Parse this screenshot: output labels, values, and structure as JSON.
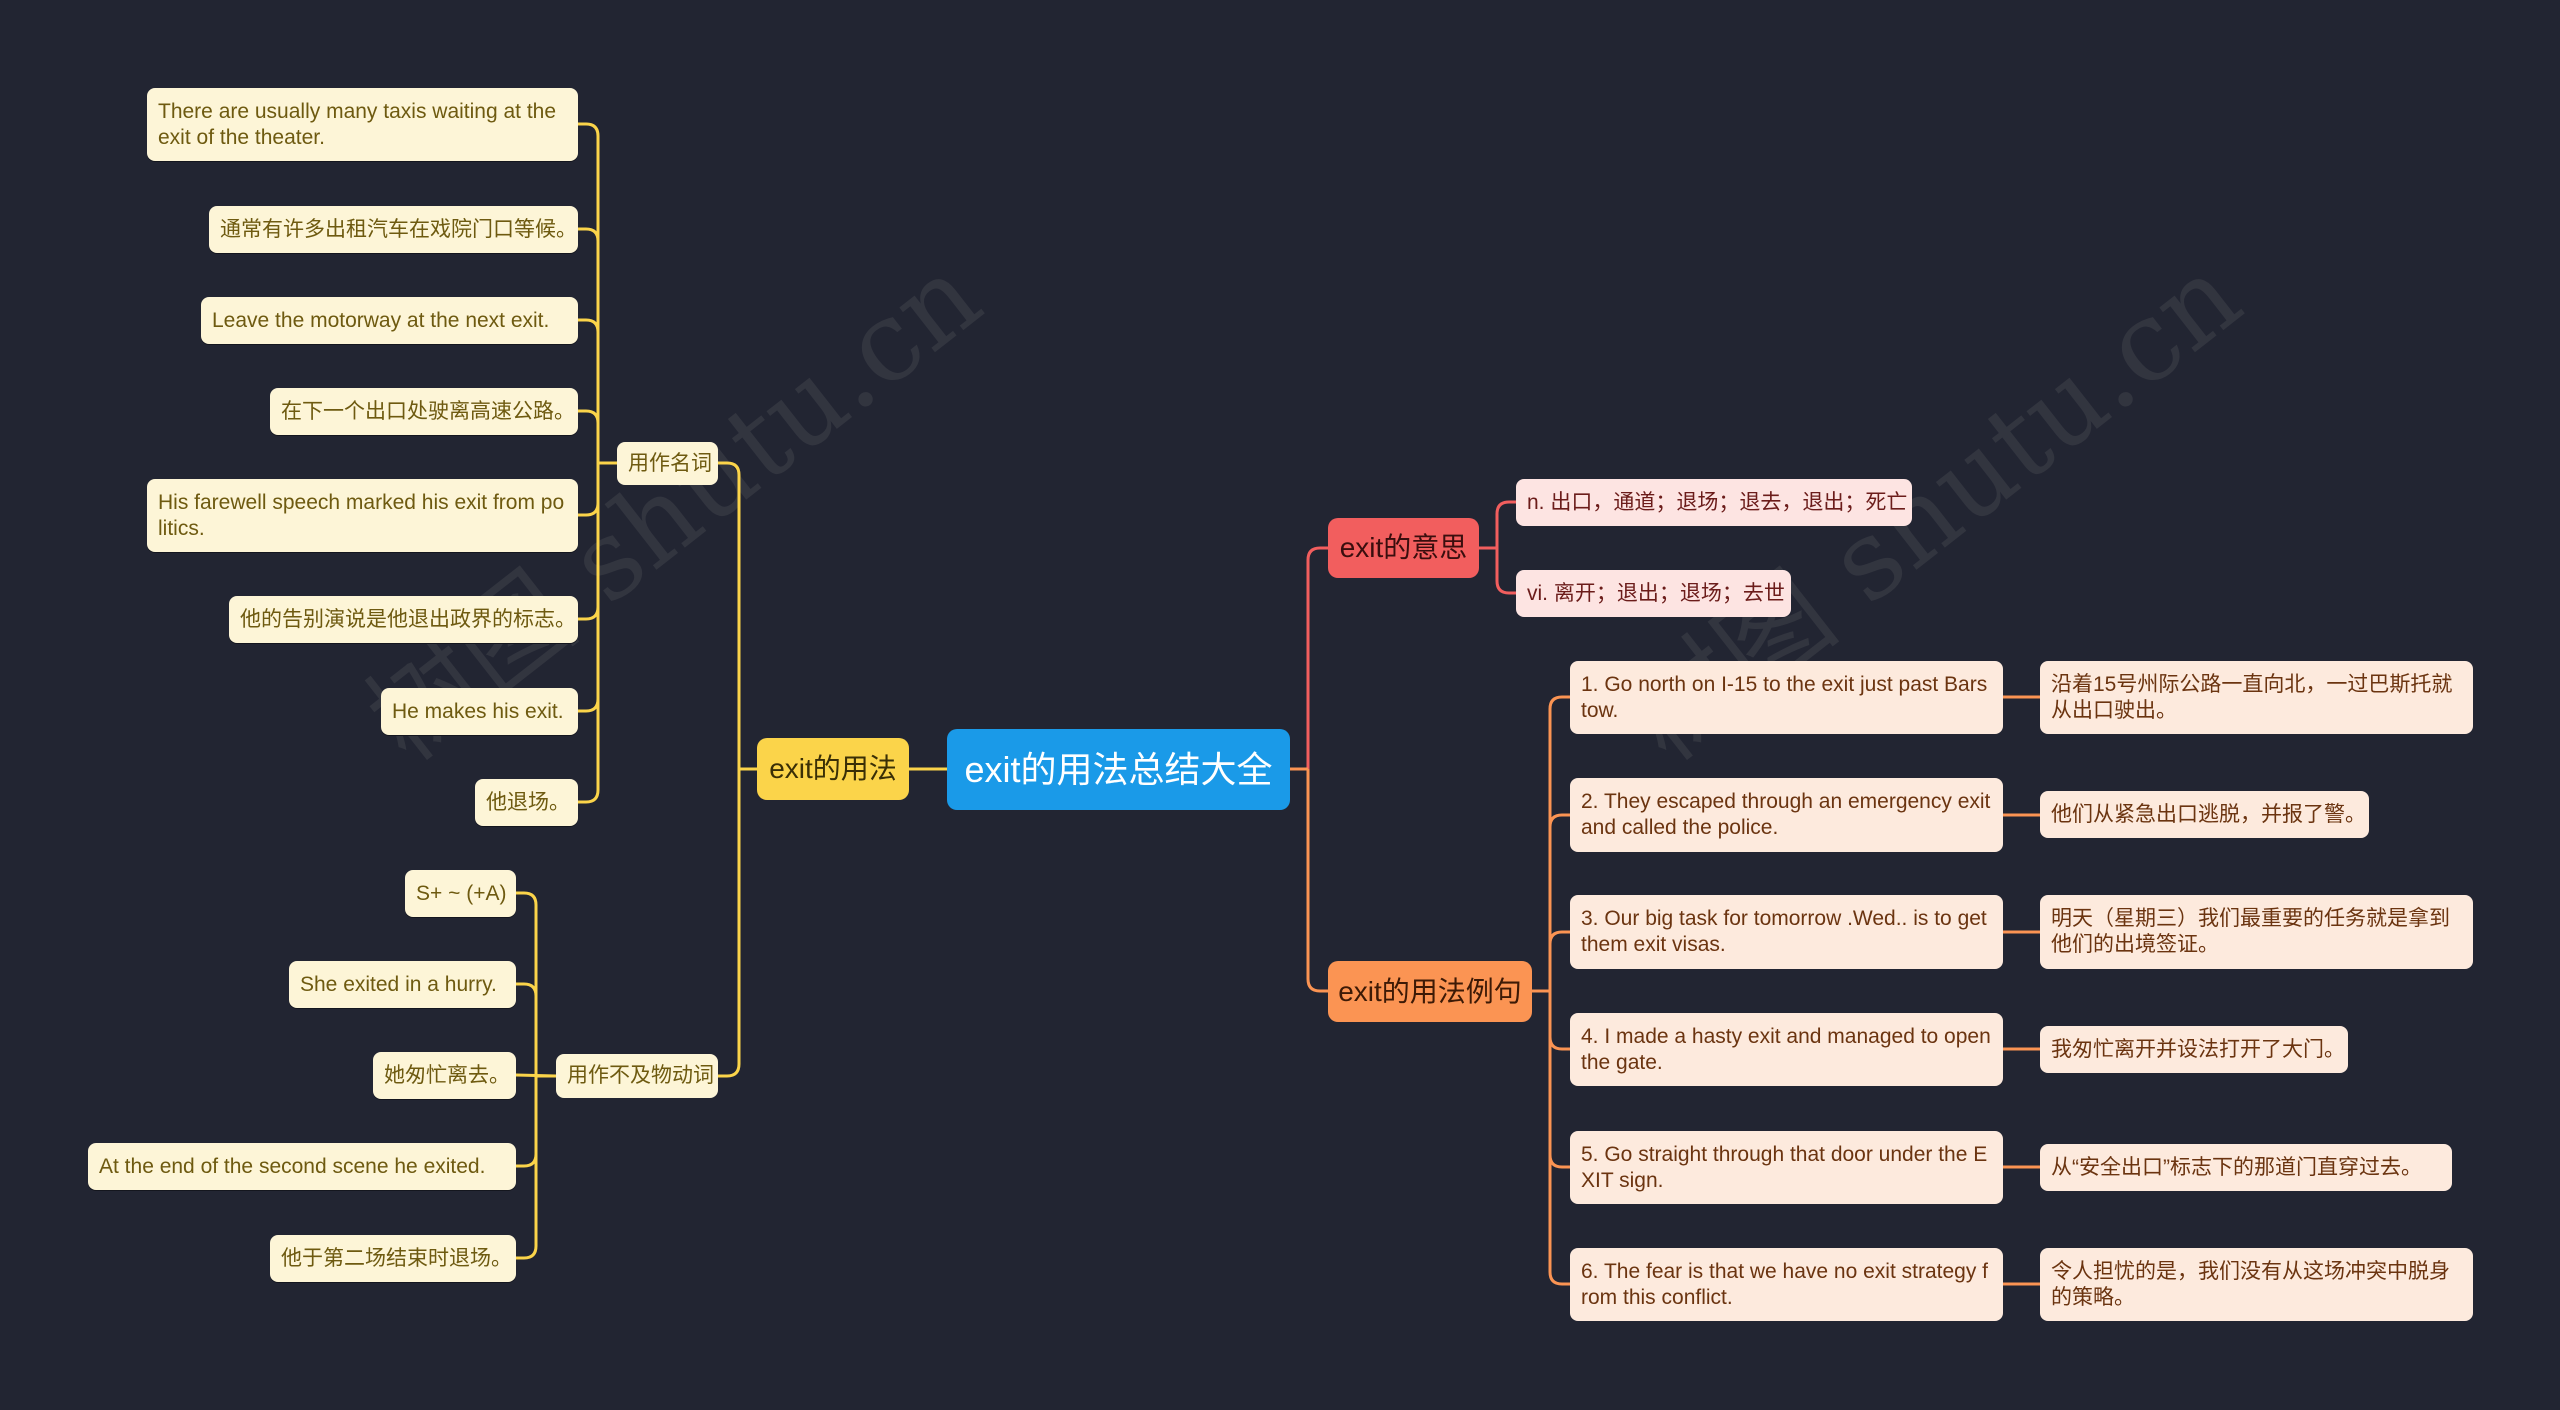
{
  "root": {
    "label": "exit的用法总结大全"
  },
  "watermark": {
    "text": "树图 shutu.cn"
  },
  "branches": {
    "usage": {
      "label": "exit的用法",
      "color": "#fbd44a",
      "noun": {
        "label": "用作名词",
        "items": [
          "There are usually many taxis waiting at the exit of the theater.",
          "通常有许多出租汽车在戏院门口等候。",
          "Leave the motorway at the next exit.",
          "在下一个出口处驶离高速公路。",
          "His farewell speech marked his exit from politics.",
          "他的告别演说是他退出政界的标志。",
          "He makes his exit.",
          "他退场。"
        ]
      },
      "verb": {
        "label": "用作不及物动词",
        "items": [
          "S+ ~ (+A)",
          "She exited in a hurry.",
          "她匆忙离去。",
          "At the end of the second scene he exited.",
          "他于第二场结束时退场。"
        ]
      }
    },
    "meaning": {
      "label": "exit的意思",
      "color": "#f25e5e",
      "items": [
        "n. 出口，通道；退场；退去，退出；死亡",
        "vi. 离开；退出；退场；去世"
      ]
    },
    "examples": {
      "label": "exit的用法例句",
      "color": "#fb9453",
      "items": [
        {
          "en": "1. Go north on I-15 to the exit just past Barstow.",
          "zh": "沿着15号州际公路一直向北，一过巴斯托就从出口驶出。"
        },
        {
          "en": "2. They escaped through an emergency exit and called the police.",
          "zh": "他们从紧急出口逃脱，并报了警。"
        },
        {
          "en": "3. Our big task for tomorrow .Wed.. is to get them exit visas.",
          "zh": "明天（星期三）我们最重要的任务就是拿到他们的出境签证。"
        },
        {
          "en": "4. I made a hasty exit and managed to open the gate.",
          "zh": "我匆忙离开并设法打开了大门。"
        },
        {
          "en": "5. Go straight through that door under the EXIT sign.",
          "zh": "从“安全出口”标志下的那道门直穿过去。"
        },
        {
          "en": "6. The fear is that we have no exit strategy from this conflict.",
          "zh": "令人担忧的是，我们没有从这场冲突中脱身的策略。"
        }
      ]
    }
  }
}
